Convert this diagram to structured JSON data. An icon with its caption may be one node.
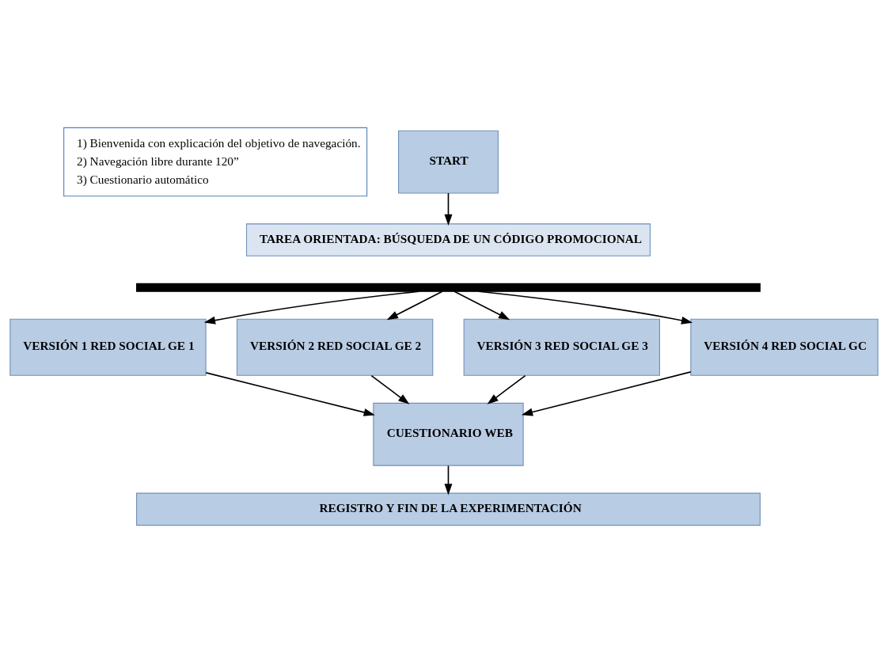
{
  "diagram": {
    "nodes": [
      {
        "text": [
          "1) Bienvenida con explicación del objetivo de navegación.",
          "2) Navegación libre durante 120”",
          "3) Cuestionario automático"
        ]
      },
      {
        "text": [
          "START"
        ]
      },
      {
        "text": [
          "TAREA ORIENTADA: BÚSQUEDA DE UN CÓDIGO PROMOCIONAL"
        ]
      },
      {
        "text": [],
        "shape": "bar"
      },
      {
        "text": [
          "VERSIÓN 1 RED SOCIAL GE 1"
        ]
      },
      {
        "text": [
          "VERSIÓN 2 RED SOCIAL GE 2"
        ]
      },
      {
        "text": [
          "VERSIÓN 3 RED SOCIAL GE 3"
        ]
      },
      {
        "text": [
          "VERSIÓN 4 RED SOCIAL GC"
        ]
      },
      {
        "text": [
          "CUESTIONARIO WEB"
        ]
      },
      {
        "text": [
          "REGISTRO Y FIN DE LA EXPERIMENTACIÓN"
        ]
      }
    ],
    "edges": [
      {
        "from": 1,
        "to": 2,
        "arrow": "to"
      },
      {
        "from": 3,
        "to": 4,
        "arrow": "to"
      },
      {
        "from": 3,
        "to": 5,
        "arrow": "to"
      },
      {
        "from": 3,
        "to": 6,
        "arrow": "to"
      },
      {
        "from": 3,
        "to": 7,
        "arrow": "to"
      },
      {
        "from": 4,
        "to": 8,
        "arrow": "to"
      },
      {
        "from": 5,
        "to": 8,
        "arrow": "to"
      },
      {
        "from": 6,
        "to": 8,
        "arrow": "to"
      },
      {
        "from": 7,
        "to": 8,
        "arrow": "to"
      },
      {
        "from": 8,
        "to": 9,
        "arrow": "to"
      }
    ]
  }
}
